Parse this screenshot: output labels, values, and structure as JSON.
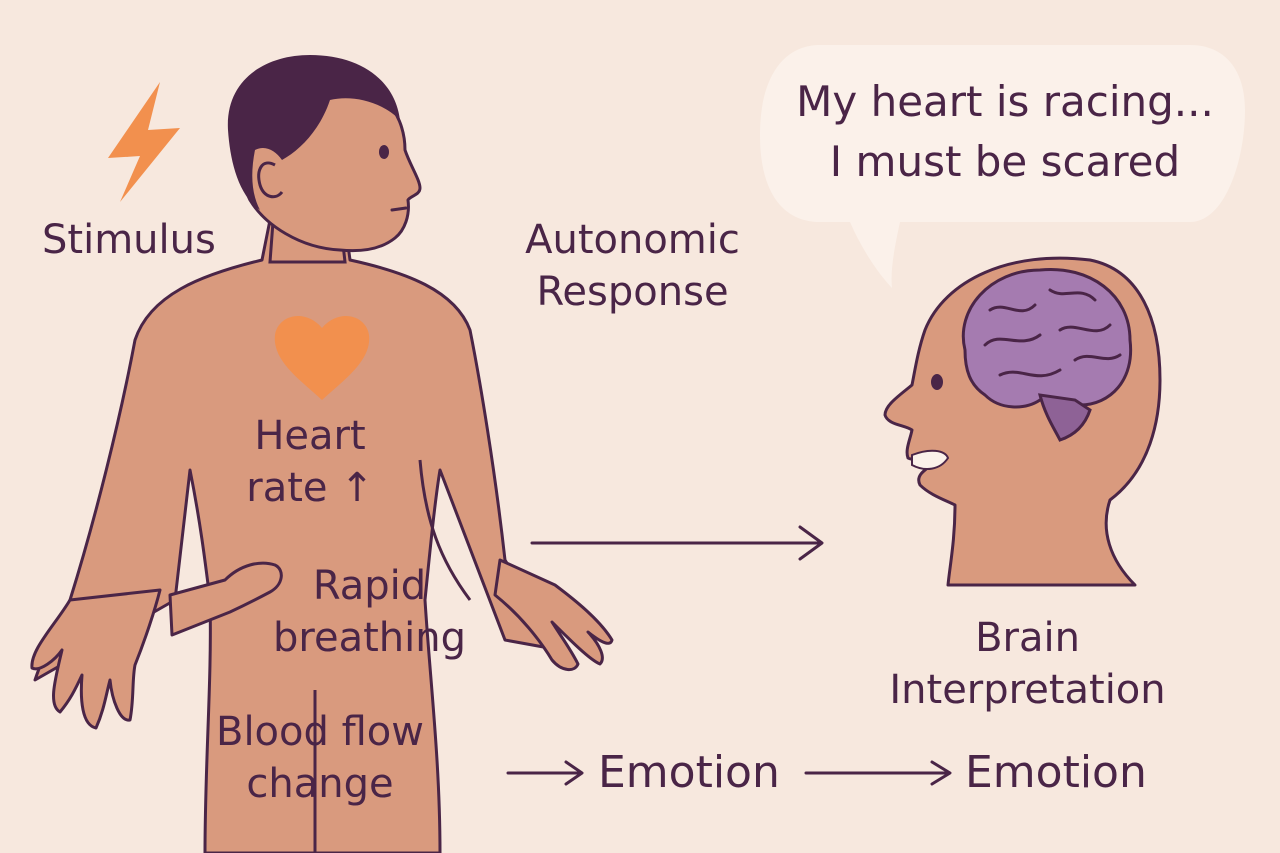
{
  "labels": {
    "stimulus": "Stimulus",
    "autonomic_line1": "Autonomic",
    "autonomic_line2": "Response",
    "heart_line1": "Heart",
    "heart_line2": "rate ↑",
    "rapid_line1": "Rapid",
    "rapid_line2": "breathing",
    "blood_line1": "Blood flow",
    "blood_line2": "change",
    "brain_line1": "Brain",
    "brain_line2": "Interpretation",
    "emotion_1": "Emotion",
    "emotion_2": "Emotion"
  },
  "speech_bubble": {
    "line1": "My heart is racing...",
    "line2": "I must be scared"
  },
  "colors": {
    "background": "#f7e8de",
    "skin": "#d99a7e",
    "outline": "#4a2547",
    "hair": "#4a2547",
    "accent_orange": "#f2904e",
    "brain_purple": "#a57bb0",
    "bubble": "#fbf1ea"
  },
  "icons": [
    "lightning-icon",
    "heart-icon",
    "brain-icon"
  ]
}
